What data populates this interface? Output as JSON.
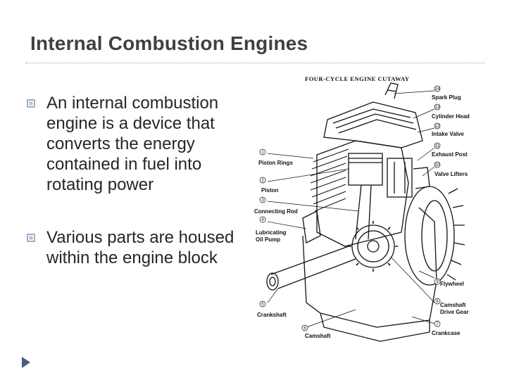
{
  "slide": {
    "title": "Internal Combustion Engines",
    "bullets": [
      "An internal combustion engine is a device that converts the energy contained in fuel into rotating power",
      "Various parts are housed within the engine block"
    ],
    "bullet_icon": "hollow-square-bullet-icon",
    "nav_icon": "play-arrow-icon"
  },
  "diagram": {
    "heading": "FOUR-CYCLE ENGINE CUTAWAY",
    "labels": {
      "spark_plug": {
        "num": "14",
        "text": "Spark Plug"
      },
      "cylinder_head": {
        "num": "13",
        "text": "Cylinder Head"
      },
      "intake_valve": {
        "num": "12",
        "text": "Intake Valve"
      },
      "exhaust_post": {
        "num": "11",
        "text": "Exhaust Post"
      },
      "valve_lifters": {
        "num": "10",
        "text": "Valve Lifters"
      },
      "piston_rings": {
        "num": "1",
        "text": "Piston Rings"
      },
      "piston": {
        "num": "2",
        "text": "Piston"
      },
      "connecting_rod": {
        "num": "3",
        "text": "Connecting Rod"
      },
      "lubricating_oil_pump": {
        "num": "4",
        "text": "Lubricating Oil Pump"
      },
      "flywheel": {
        "num": "9",
        "text": "Flywheel"
      },
      "camshaft_drive_gear": {
        "num": "8",
        "text": "Camshaft Drive Gear"
      },
      "crankshaft": {
        "num": "5",
        "text": "Crankshaft"
      },
      "camshaft": {
        "num": "6",
        "text": "Camshaft"
      },
      "crankcase": {
        "num": "7",
        "text": "Crankcase"
      }
    }
  },
  "colors": {
    "title": "#404040",
    "body_text": "#262626",
    "bullet": "#7a8fa8",
    "nav": "#4a5f7e"
  }
}
